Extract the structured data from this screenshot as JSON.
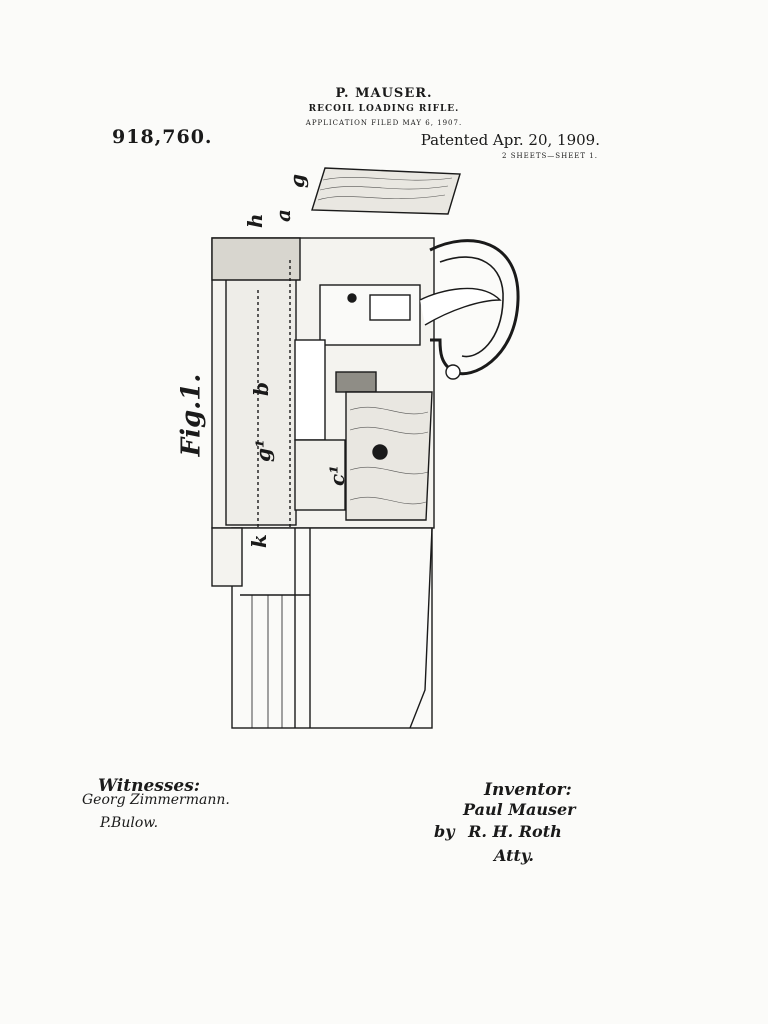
{
  "header": {
    "inventor_name": "P. MAUSER.",
    "title": "RECOIL LOADING RIFLE.",
    "application": "APPLICATION FILED MAY 6, 1907.",
    "patent_number": "918,760.",
    "patent_date": "Patented Apr. 20, 1909.",
    "sheets": "2 SHEETS—SHEET 1."
  },
  "figure": {
    "label": "Fig.1.",
    "refs": [
      "g",
      "a",
      "h",
      "b",
      "g¹",
      "c¹",
      "k"
    ]
  },
  "witnesses": {
    "heading": "Witnesses:",
    "signature1": "Georg Zimmermann.",
    "signature2": "P.Bulow."
  },
  "inventor": {
    "heading": "Inventor:",
    "name": "Paul Mauser",
    "by": "by",
    "attorney": "R. H. Roth",
    "atty": "Atty."
  }
}
